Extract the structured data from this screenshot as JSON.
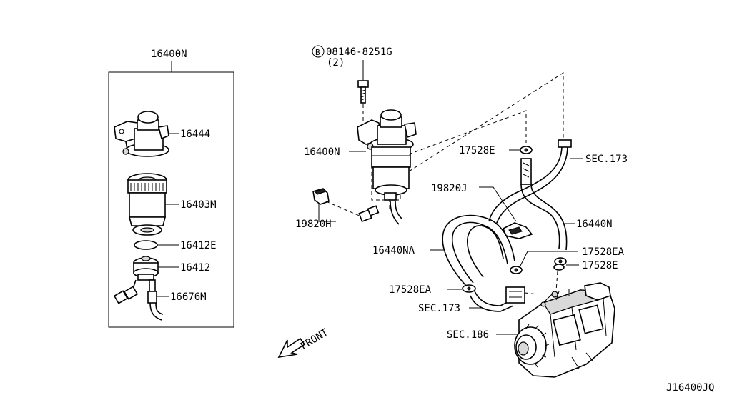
{
  "labels": {
    "kit_box": "16400N",
    "p16444": "16444",
    "p16403m": "16403M",
    "p16412e": "16412E",
    "p16412": "16412",
    "p16676m": "16676M",
    "bolt_b": "B",
    "bolt": "08146-8251G",
    "bolt_qty": "(2)",
    "assy": "16400N",
    "c17528e_top": "17528E",
    "sec173_top": "SEC.173",
    "p19820j": "19820J",
    "p19820h": "19820H",
    "p16440n": "16440N",
    "p16440na": "16440NA",
    "c17528ea_right": "17528EA",
    "c17528e_right": "17528E",
    "c17528ea_left": "17528EA",
    "sec173_bottom": "SEC.173",
    "sec186": "SEC.186",
    "front": "FRONT",
    "diagram_code": "J16400JQ"
  }
}
